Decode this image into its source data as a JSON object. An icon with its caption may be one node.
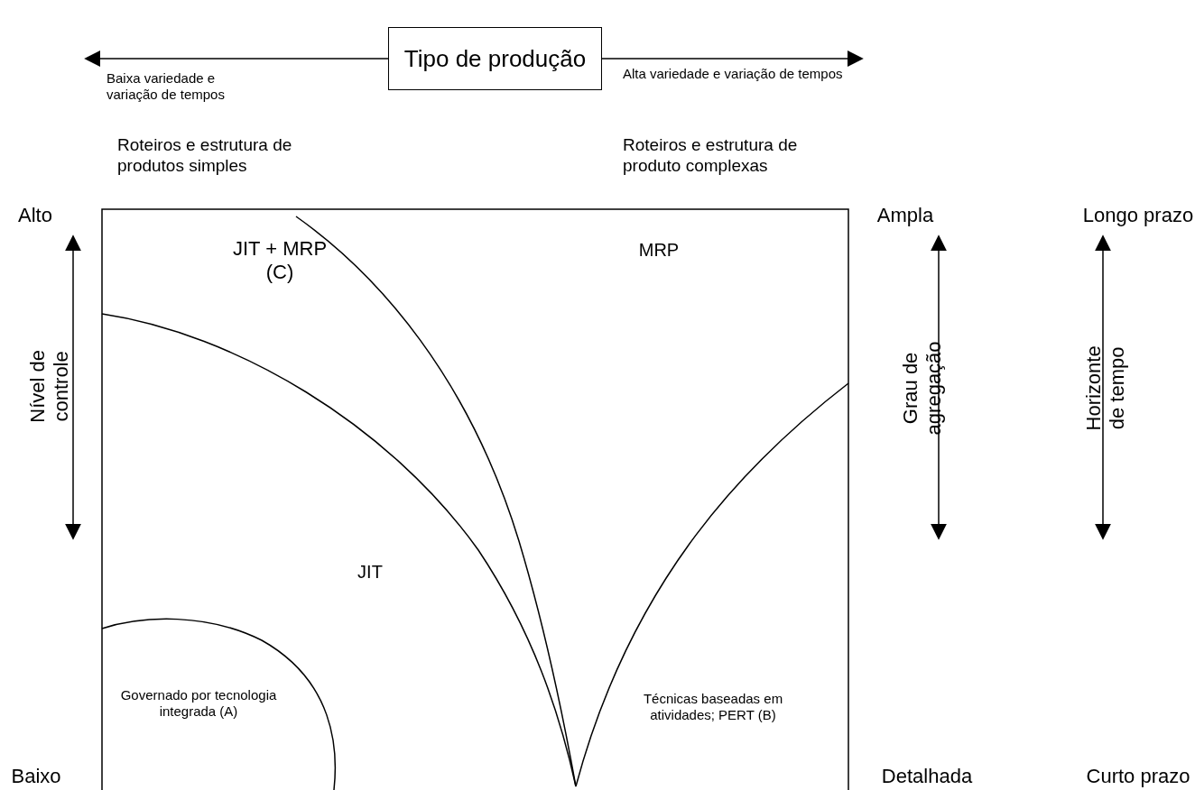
{
  "diagram": {
    "nodes": [
      {
        "text": [
          "Tipo de produção"
        ]
      }
    ],
    "labels": [
      "Baixa variedade e variação de tempos",
      "Alta variedade e variação de tempos",
      "Roteiros e estrutura de produtos simples",
      "Roteiros e estrutura de produto complexas",
      "Alto",
      "Ampla",
      "Longo prazo",
      "JIT + MRP (C)",
      "MRP",
      "Nível de controle",
      "Grau de agregação",
      "Horizonte de tempo",
      "JIT",
      "Governado por tecnologia integrada (A)",
      "Técnicas baseadas em atividades; PERT (B)",
      "Baixo",
      "Detalhada",
      "Curto prazo"
    ]
  }
}
